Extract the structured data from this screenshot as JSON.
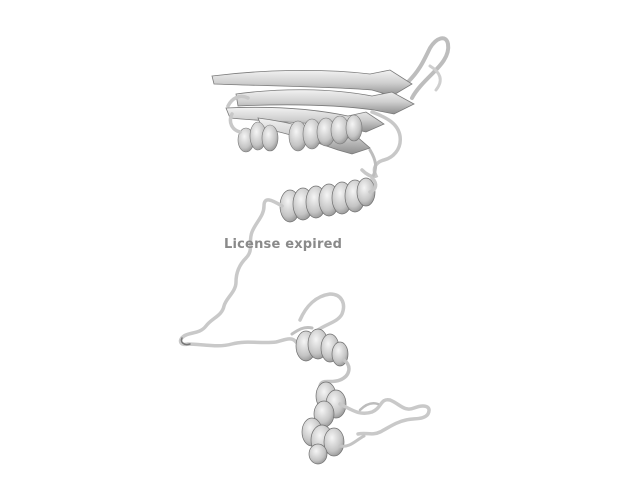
{
  "viewer": {
    "watermark_text": "License expired",
    "background_color": "#ffffff",
    "cartoon_color": "#d4d4d4",
    "cartoon_shade_color": "#8c8c8c",
    "watermark_color": "#8a8a8a"
  },
  "model": {
    "representation": "protein-cartoon",
    "domains": [
      {
        "name": "upper-domain",
        "elements": [
          "beta-sheet",
          "short-helices",
          "long-helix"
        ]
      },
      {
        "name": "flexible-linker",
        "elements": [
          "coil"
        ]
      },
      {
        "name": "lower-domain",
        "elements": [
          "helix",
          "helix",
          "helix",
          "loops"
        ]
      }
    ]
  }
}
